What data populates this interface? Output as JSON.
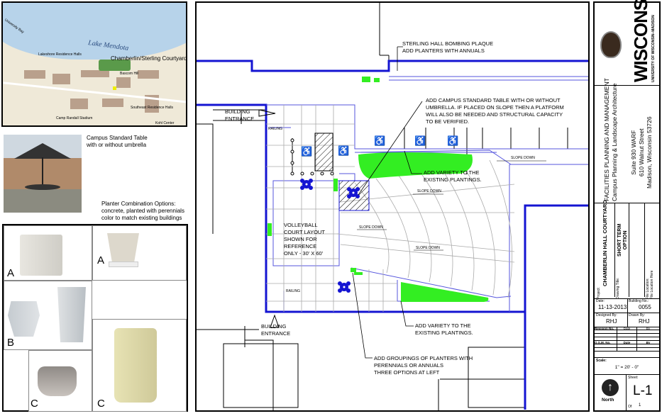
{
  "map": {
    "lake_label": "Lake Mendota",
    "site_label": "Chamberlin/Sterling Courtyard",
    "labels": [
      "Lakeshore Residence Halls",
      "Bascom Hill",
      "Southeast Residence Halls",
      "Camp Randall Stadium",
      "Kohl Center",
      "University Bay"
    ]
  },
  "table_caption": [
    "Campus Standard Table",
    "with or without umbrella"
  ],
  "planter_caption": [
    "Planter Combination Options:",
    "concrete, planted with perennials",
    "color to match existing buildings"
  ],
  "planter_labels": [
    "A",
    "A",
    "B",
    "C",
    "C"
  ],
  "plan": {
    "notes": {
      "plaque": [
        "STERLING HALL BOMBING PLAQUE",
        "ADD PLANTERS WITH ANNUALS"
      ],
      "table": [
        "ADD CAMPUS STANDARD TABLE WITH OR WITHOUT",
        "UMBRELLA.  IF PLACED ON SLOPE THEN A PLATFORM",
        "WILL ALSO BE NEEDED AND STRUCTURAL CAPACITY",
        "TO BE VERIFIED."
      ],
      "variety_top": [
        "ADD VARIETY TO THE",
        "EXISTING PLANTINGS."
      ],
      "variety_bottom": [
        "ADD VARIETY TO THE",
        "EXISTING PLANTINGS."
      ],
      "groupings": [
        "ADD GROUPINGS OF PLANTERS WITH",
        "PERENNIALS OR  ANNUALS",
        "THREE OPTIONS AT LEFT"
      ],
      "volleyball": [
        "VOLLEYBALL",
        "COURT LAYOUT",
        "SHOWN FOR",
        "REFERENCE",
        "ONLY - 30' X 60'"
      ],
      "entrance_top": [
        "BUILDING",
        "ENTRANCE"
      ],
      "entrance_bottom": [
        "BUILDING",
        "ENTRANCE"
      ],
      "railing": "RAILING",
      "slope": "SLOPE DOWN"
    },
    "colors": {
      "wall": "#1414d2",
      "planting": "#33ee22",
      "accessible": "#e02020"
    }
  },
  "title_block": {
    "university": "WISCONSIN",
    "university_sub": "UNIVERSITY OF WISCONSIN–MADISON",
    "firm": [
      "FACILITIES PLANNING AND MANAGEMENT",
      "Campus Planning & Landscape  Architecture"
    ],
    "address": [
      "Suite 930 WARF",
      "610 Walnut Street",
      "Madison, Wisconsin 53726"
    ],
    "project_label": "Project:",
    "project": "CHAMBERLIN HALL COURTYARD",
    "drawing_title_label": "Drawing Title:",
    "drawing_title": [
      "SHORT TERM",
      "OPTION"
    ],
    "file_location_label": "File Location:",
    "file_location": "File Location Here",
    "date_label": "Date:",
    "date": "11-13-2013",
    "building_no_label": "Building No.:",
    "building_no": "0055",
    "designed_by_label": "Designed By:",
    "designed_by": "RHJ",
    "drawn_by_label": "Drawn By:",
    "drawn_by": "RHJ",
    "revision_headers": [
      "Revision No.",
      "Date",
      "By"
    ],
    "osm_headers": [
      "O.S.M. No.",
      "Date",
      "By"
    ],
    "scale_label": "Scale:",
    "scale": "1\" = 20' - 0\"",
    "north": "North",
    "sheet_label": "Sheet:",
    "sheet": "L-1",
    "of_label": "Of",
    "of": "1"
  }
}
